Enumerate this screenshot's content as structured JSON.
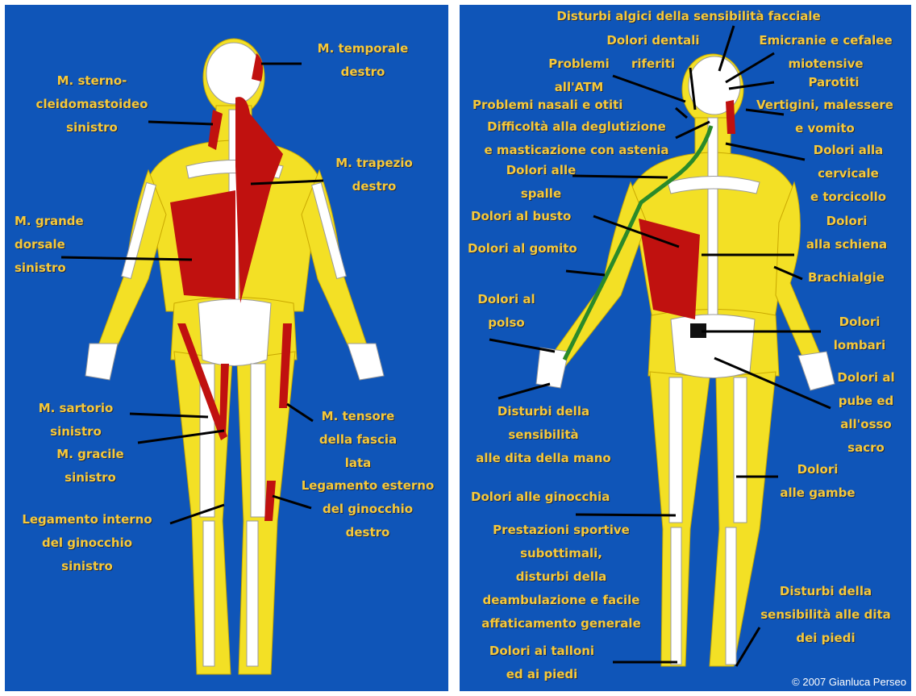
{
  "colors": {
    "background": "#0f55b8",
    "label": "#f6c93a",
    "body_fill": "#f3e025",
    "bone": "#ffffff",
    "muscle": "#c0110f",
    "nerve": "#2a8a2a",
    "leader_line": "#000000"
  },
  "left_panel": {
    "labels": {
      "temporale": "M. temporale\ndestro",
      "sterno": "M. sterno-\ncleidomastoideo\nsinistro",
      "trapezio": "M. trapezio\ndestro",
      "dorsale": "M. grande\ndorsale\nsinistro",
      "sartorio": "M. sartorio\nsinistro",
      "gracile": "M. gracile\nsinistro",
      "tensore": "M. tensore\ndella fascia\nlata",
      "leg_esterno": "Legamento esterno\ndel ginocchio\ndestro",
      "leg_interno": "Legamento interno\ndel ginocchio\nsinistro"
    }
  },
  "right_panel": {
    "labels": {
      "facciale": "Disturbi algici della sensibilità facciale",
      "dentali": "Dolori dentali\nriferiti",
      "emicranie": "Emicranie e cefalee\nmiotensive",
      "atm": "Problemi\nall'ATM",
      "parotiti": "Parotiti",
      "nasali": "Problemi nasali e otiti",
      "vertigini": "Vertigini, malessere\ne vomito",
      "deglutizione": "Difficoltà alla deglutizione\ne masticazione con astenia",
      "cervicale": "Dolori alla\ncervicale\ne torcicollo",
      "spalle": "Dolori alle\nspalle",
      "busto": "Dolori al busto",
      "schiena": "Dolori\nalla schiena",
      "gomito": "Dolori al gomito",
      "brachialgie": "Brachialgie",
      "polso": "Dolori al\npolso",
      "lombari": "Dolori\nlombari",
      "pube": "Dolori al\npube ed\nall'osso\nsacro",
      "dita_mano": "Disturbi della\nsensibilità\nalle dita della mano",
      "gambe": "Dolori\nalle gambe",
      "ginocchia": "Dolori alle ginocchia",
      "prestazioni": "Prestazioni sportive\nsubottimali,\ndisturbi della\ndeambulazione e facile\naffaticamento generale",
      "dita_piedi": "Disturbi della\nsensibilità alle dita\ndei piedi",
      "talloni": "Dolori ai talloni\ned ai piedi"
    },
    "copyright": "© 2007 Gianluca Perseo"
  }
}
